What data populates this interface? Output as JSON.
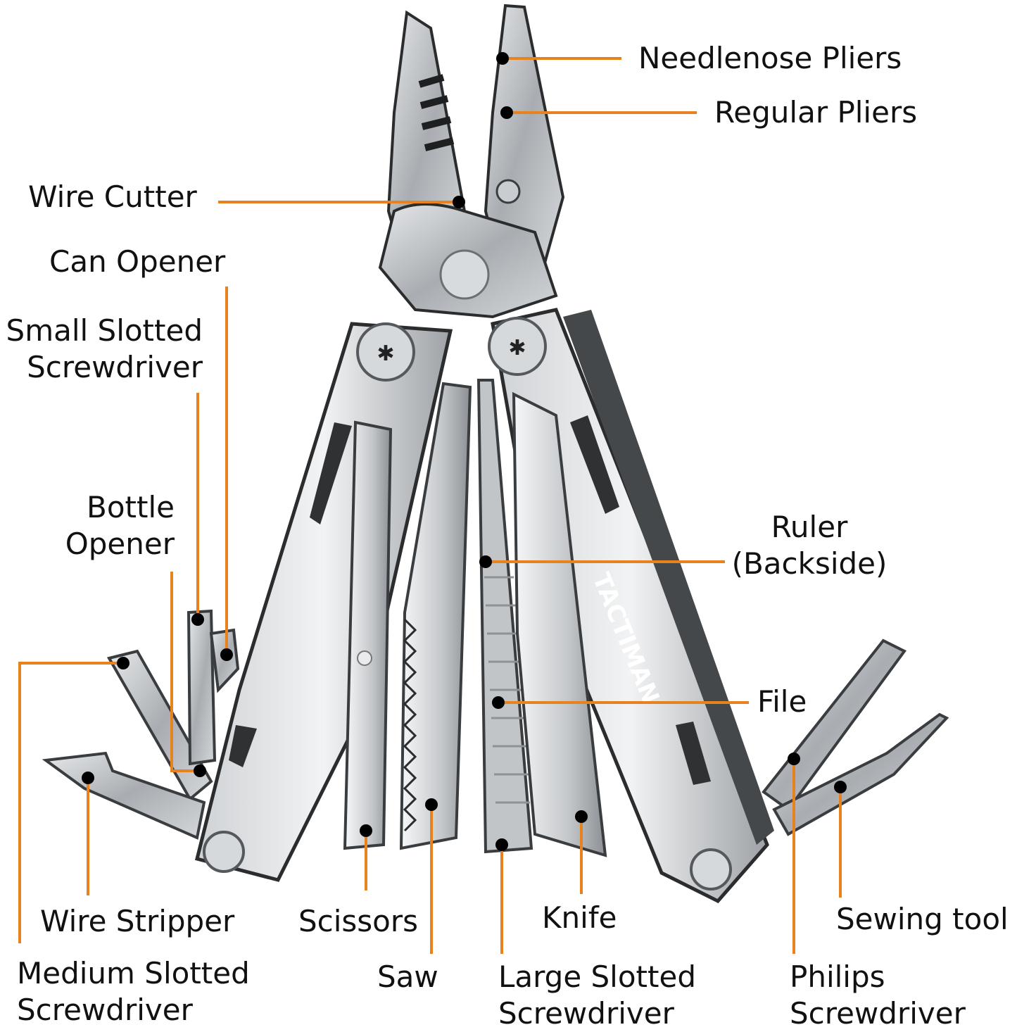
{
  "product": {
    "brand_text": "TACTIMAN"
  },
  "colors": {
    "leader_line": "#e8821e",
    "dot": "#000000",
    "text": "#111111",
    "steel": "#b8bcc0",
    "steel_dark": "#3a3d40"
  },
  "labels": {
    "needlenose_pliers": "Needlenose Pliers",
    "regular_pliers": "Regular Pliers",
    "wire_cutter": "Wire Cutter",
    "can_opener": "Can Opener",
    "small_slotted_screwdriver_1": "Small Slotted",
    "small_slotted_screwdriver_2": "Screwdriver",
    "bottle_opener_1": "Bottle",
    "bottle_opener_2": "Opener",
    "ruler_1": "Ruler",
    "ruler_2": "(Backside)",
    "file": "File",
    "wire_stripper": "Wire Stripper",
    "scissors": "Scissors",
    "knife": "Knife",
    "sewing_tool": "Sewing tool",
    "medium_slotted_screwdriver_1": "Medium Slotted",
    "medium_slotted_screwdriver_2": "Screwdriver",
    "saw": "Saw",
    "large_slotted_screwdriver_1": "Large Slotted",
    "large_slotted_screwdriver_2": "Screwdriver",
    "philips_screwdriver_1": "Philips",
    "philips_screwdriver_2": "Screwdriver"
  }
}
